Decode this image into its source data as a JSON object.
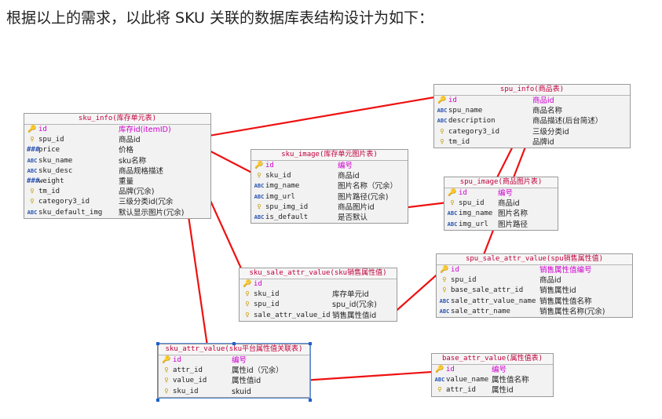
{
  "heading": "根据以上的需求，以此将 SKU 关联的数据库表结构设计为如下：",
  "tables": {
    "sku_info": {
      "title": "sku_info(库存单元表)",
      "rows": [
        {
          "icon": "key-icon",
          "field": "id",
          "comment": "库存id(itemID)"
        },
        {
          "icon": "foreign-key-icon",
          "field": "spu_id",
          "comment": "商品id"
        },
        {
          "icon": "number-icon",
          "field": "price",
          "comment": "价格"
        },
        {
          "icon": "text-icon",
          "field": "sku_name",
          "comment": "sku名称"
        },
        {
          "icon": "text-icon",
          "field": "sku_desc",
          "comment": "商品规格描述"
        },
        {
          "icon": "number-icon",
          "field": "weight",
          "comment": "重量"
        },
        {
          "icon": "foreign-key-icon",
          "field": "tm_id",
          "comment": "品牌(冗余)"
        },
        {
          "icon": "foreign-key-icon",
          "field": "category3_id",
          "comment": "三级分类id(冗余"
        },
        {
          "icon": "text-icon",
          "field": "sku_default_img",
          "comment": "默认显示图片(冗余)"
        }
      ]
    },
    "sku_image": {
      "title": "sku_image(库存单元图片表)",
      "rows": [
        {
          "icon": "key-icon",
          "field": "id",
          "comment": "编号"
        },
        {
          "icon": "foreign-key-icon",
          "field": "sku_id",
          "comment": "商品id"
        },
        {
          "icon": "text-icon",
          "field": "img_name",
          "comment": "图片名称（冗余）"
        },
        {
          "icon": "text-icon",
          "field": "img_url",
          "comment": "图片路径(冗余)"
        },
        {
          "icon": "foreign-key-icon",
          "field": "spu_img_id",
          "comment": "商品图片id"
        },
        {
          "icon": "text-icon",
          "field": "is_default",
          "comment": "是否默认"
        }
      ]
    },
    "spu_info": {
      "title": "spu_info(商品表)",
      "rows": [
        {
          "icon": "key-icon",
          "field": "id",
          "comment": "商品id"
        },
        {
          "icon": "text-icon",
          "field": "spu_name",
          "comment": "商品名称"
        },
        {
          "icon": "text-icon",
          "field": "description",
          "comment": "商品描述(后台简述）"
        },
        {
          "icon": "foreign-key-icon",
          "field": "category3_id",
          "comment": "三级分类id"
        },
        {
          "icon": "foreign-key-icon",
          "field": "tm_id",
          "comment": "品牌id"
        }
      ]
    },
    "spu_image": {
      "title": "spu_image(商品图片表)",
      "rows": [
        {
          "icon": "key-icon",
          "field": "id",
          "comment": "编号"
        },
        {
          "icon": "foreign-key-icon",
          "field": "spu_id",
          "comment": "商品id"
        },
        {
          "icon": "text-icon",
          "field": "img_name",
          "comment": "图片名称"
        },
        {
          "icon": "text-icon",
          "field": "img_url",
          "comment": "图片路径"
        }
      ]
    },
    "sku_sale_attr_value": {
      "title": "sku_sale_attr_value(sku销售属性值)",
      "rows": [
        {
          "icon": "key-icon",
          "field": "id",
          "comment": ""
        },
        {
          "icon": "foreign-key-icon",
          "field": "sku_id",
          "comment": "库存单元id"
        },
        {
          "icon": "foreign-key-icon",
          "field": "spu_id",
          "comment": "spu_id(冗余)"
        },
        {
          "icon": "foreign-key-icon",
          "field": "sale_attr_value_id",
          "comment": "销售属性值id"
        }
      ]
    },
    "spu_sale_attr_value": {
      "title": "spu_sale_attr_value(spu销售属性值)",
      "rows": [
        {
          "icon": "key-icon",
          "field": "id",
          "comment": "销售属性值编号"
        },
        {
          "icon": "foreign-key-icon",
          "field": "spu_id",
          "comment": "商品id"
        },
        {
          "icon": "foreign-key-icon",
          "field": "base_sale_attr_id",
          "comment": "销售属性id"
        },
        {
          "icon": "text-icon",
          "field": "sale_attr_value_name",
          "comment": "销售属性值名称"
        },
        {
          "icon": "text-icon",
          "field": "sale_attr_name",
          "comment": "销售属性名称(冗余)"
        }
      ]
    },
    "sku_attr_value": {
      "title": "sku_attr_value(sku平台属性值关联表)",
      "rows": [
        {
          "icon": "key-icon",
          "field": "id",
          "comment": "编号"
        },
        {
          "icon": "foreign-key-icon",
          "field": "attr_id",
          "comment": "属性id（冗余）"
        },
        {
          "icon": "foreign-key-icon",
          "field": "value_id",
          "comment": "属性值id"
        },
        {
          "icon": "foreign-key-icon",
          "field": "sku_id",
          "comment": "skuid"
        }
      ]
    },
    "base_attr_value": {
      "title": "base_attr_value(属性值表)",
      "rows": [
        {
          "icon": "key-icon",
          "field": "id",
          "comment": "编号"
        },
        {
          "icon": "text-icon",
          "field": "value_name",
          "comment": "属性值名称"
        },
        {
          "icon": "foreign-key-icon",
          "field": "attr_id",
          "comment": "属性id"
        }
      ]
    }
  },
  "colors": {
    "arrow": "#ee1111",
    "table_title": "#c0003c",
    "primary_key_text": "#d100d1",
    "table_bg": "#f2f2f2"
  }
}
